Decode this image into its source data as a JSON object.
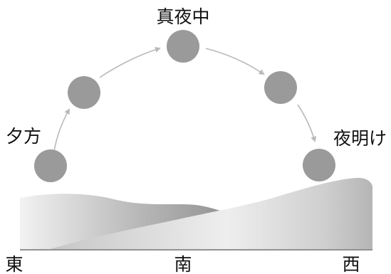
{
  "labels": {
    "midnight": "真夜中",
    "evening": "夕方",
    "dawn": "夜明け",
    "east": "東",
    "south": "南",
    "west": "西"
  },
  "colors": {
    "moon": "#9a9a9a",
    "arrow": "#b9b9b9",
    "text": "#111111",
    "ground_line": "#6f6f6f"
  }
}
